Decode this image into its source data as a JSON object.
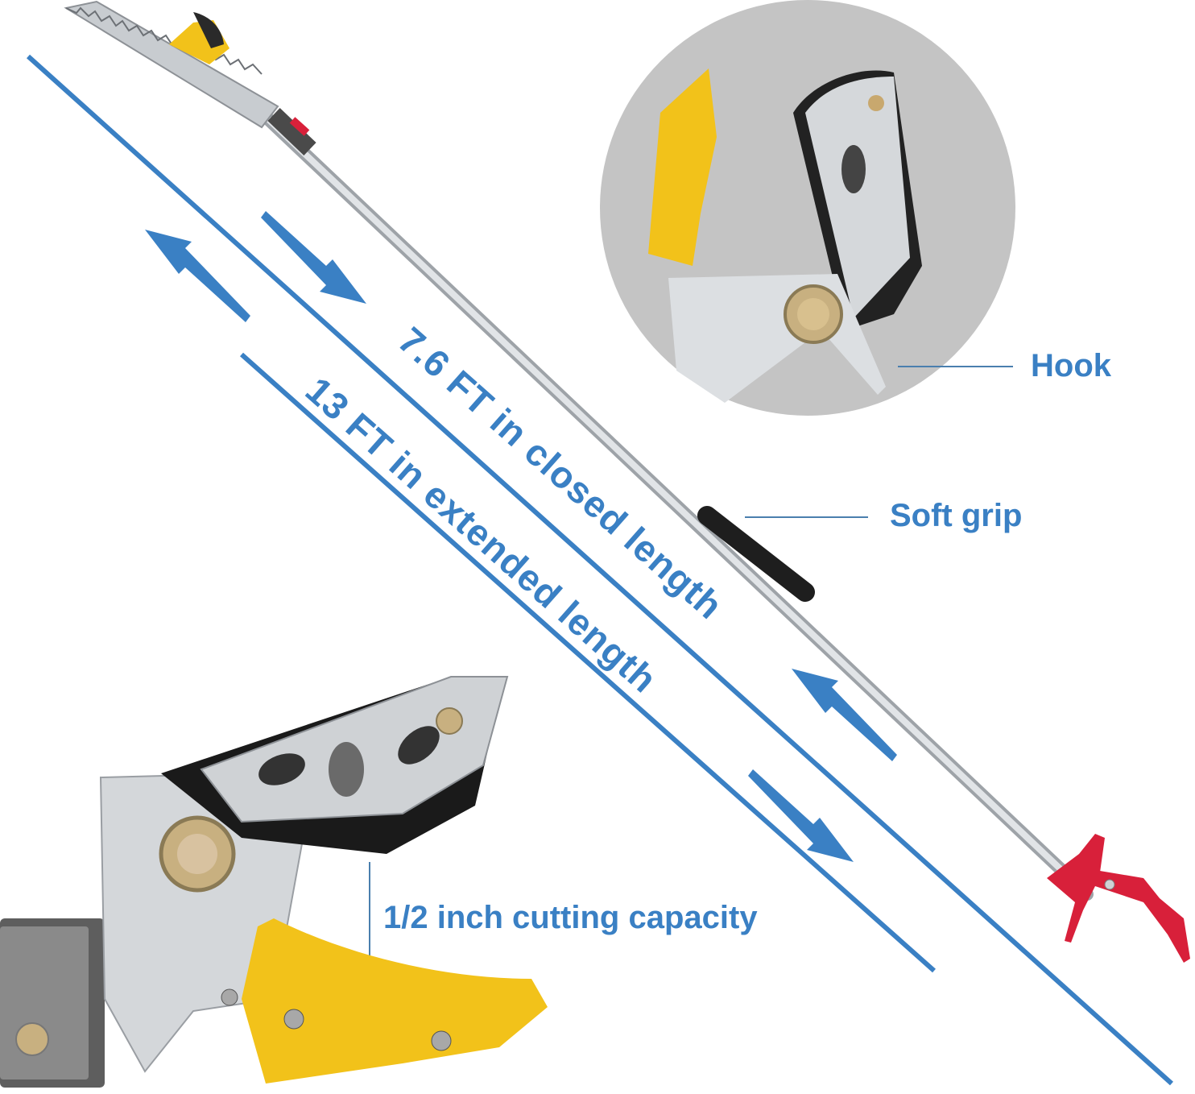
{
  "product_image": {
    "subject": "Telescopic pole pruner with saw blade and bypass cutting head",
    "accent_color": "#3a80c4",
    "callouts": {
      "hook": "Hook",
      "soft_grip": "Soft grip",
      "cutting_capacity": "1/2 inch cutting capacity"
    },
    "dimensions": {
      "closed_length": "7.6 FT in closed length",
      "extended_length": "13 FT in extended length"
    },
    "colors": {
      "blue_lines": "#3a80c4",
      "pole": "#c9ccd0",
      "grip": "#1e1e1e",
      "jaw_yellow": "#f2c21a",
      "trigger_red": "#d8203a",
      "inset_bg": "#c4c4c4"
    }
  }
}
